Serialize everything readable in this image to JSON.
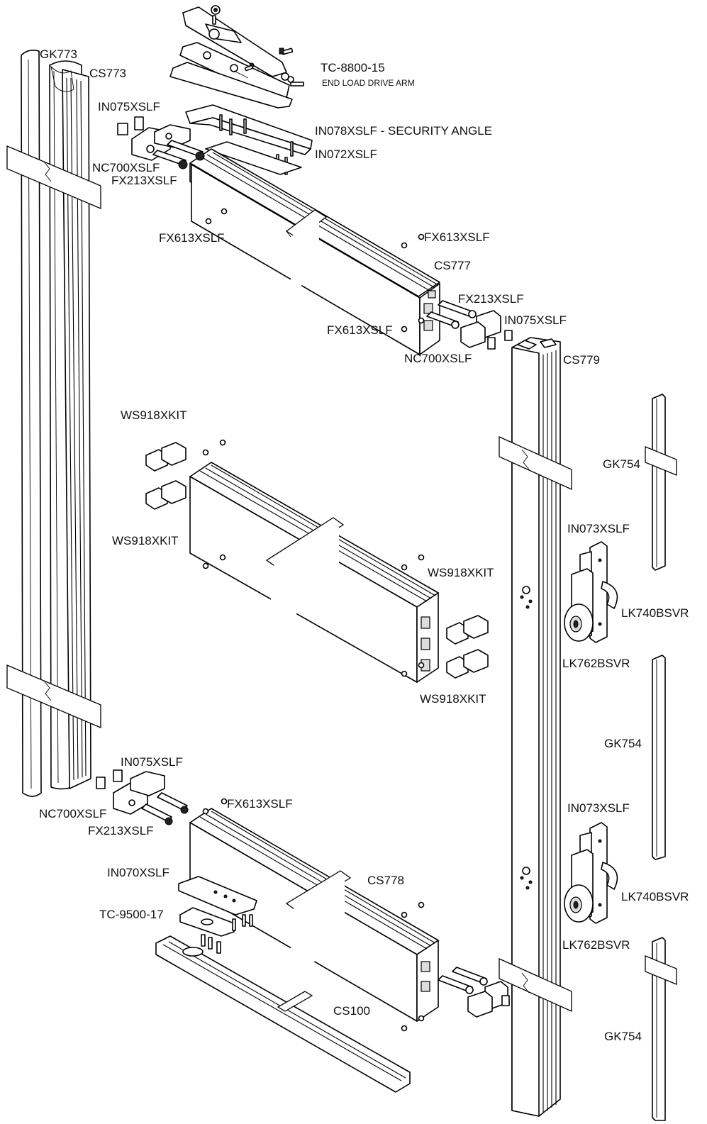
{
  "labels": {
    "gk773": "GK773",
    "cs773": "CS773",
    "tc8800": "TC-8800-15",
    "end_load": "END LOAD DRIVE ARM",
    "in075_top": "IN075XSLF",
    "in078": "IN078XSLF - SECURITY ANGLE",
    "in072": "IN072XSLF",
    "nc700_top": "NC700XSLF",
    "fx213_top": "FX213XSLF",
    "fx613_top_left": "FX613XSLF",
    "fx613_top_right": "FX613XSLF",
    "cs777": "CS777",
    "fx213_right": "FX213XSLF",
    "fx613_mid": "FX613XSLF",
    "in075_right": "IN075XSLF",
    "nc700_right": "NC700XSLF",
    "cs779": "CS779",
    "ws918_top": "WS918XKIT",
    "gk754_top": "GK754",
    "ws918_left": "WS918XKIT",
    "in073_top": "IN073XSLF",
    "ws918_right": "WS918XKIT",
    "lk740_top": "LK740BSVR",
    "lk762_top": "LK762BSVR",
    "ws918_bottom": "WS918XKIT",
    "gk754_mid": "GK754",
    "in075_bottom": "IN075XSLF",
    "in073_bottom": "IN073XSLF",
    "nc700_bottom": "NC700XSLF",
    "fx613_bottom": "FX613XSLF",
    "fx213_bottom": "FX213XSLF",
    "in070": "IN070XSLF",
    "cs778": "CS778",
    "lk740_bottom": "LK740BSVR",
    "tc9500": "TC-9500-17",
    "lk762_bottom": "LK762BSVR",
    "cs100": "CS100",
    "gk754_bottom": "GK754"
  },
  "colors": {
    "line": "#000000",
    "fill": "#ffffff",
    "shade": "#dddddd",
    "text": "#111111"
  }
}
